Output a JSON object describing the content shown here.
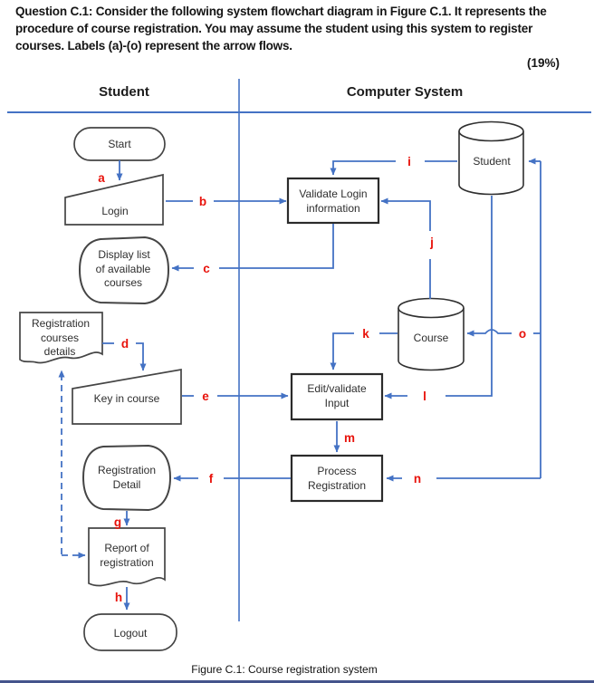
{
  "question": {
    "lines": [
      "Question C.1: Consider the following system flowchart diagram in Figure C.1. It represents the",
      "procedure of course registration. You may assume the student using this system to register",
      "courses. Labels (a)-(o) represent the arrow flows."
    ],
    "marks": "(19%)"
  },
  "lanes": {
    "left": "Student",
    "right": "Computer System"
  },
  "caption": "Figure C.1: Course registration system",
  "colors": {
    "connector_blue": "#4472c4",
    "flow_label_red": "#e8130c",
    "shape_stroke": "#454545",
    "text_dark": "#2e2e2e"
  },
  "nodes": {
    "start": {
      "type": "terminator",
      "label": "Start"
    },
    "login": {
      "type": "manual-input",
      "label": "Login"
    },
    "display_list": {
      "type": "display",
      "lines": [
        "Display list",
        "of available",
        "courses"
      ]
    },
    "reg_courses_details": {
      "type": "document",
      "lines": [
        "Registration",
        "courses",
        "details"
      ]
    },
    "key_in_course": {
      "type": "manual-input",
      "label": "Key in course"
    },
    "registration_detail": {
      "type": "display",
      "lines": [
        "Registration",
        "Detail"
      ]
    },
    "report_of_registration": {
      "type": "document",
      "lines": [
        "Report of",
        "registration"
      ]
    },
    "logout": {
      "type": "terminator",
      "label": "Logout"
    },
    "validate_login": {
      "type": "process",
      "lines": [
        "Validate Login",
        "information"
      ]
    },
    "edit_validate_input": {
      "type": "process",
      "lines": [
        "Edit/validate",
        "Input"
      ]
    },
    "process_registration": {
      "type": "process",
      "lines": [
        "Process",
        "Registration"
      ]
    },
    "student_db": {
      "type": "database",
      "label": "Student"
    },
    "course_db": {
      "type": "database",
      "label": "Course"
    }
  },
  "flow_labels": {
    "a": "a",
    "b": "b",
    "c": "c",
    "d": "d",
    "e": "e",
    "f": "f",
    "g": "g",
    "h": "h",
    "i": "i",
    "j": "j",
    "k": "k",
    "l": "l",
    "m": "m",
    "n": "n",
    "o": "o"
  },
  "flows": {
    "a": {
      "from": "Start",
      "to": "Login"
    },
    "b": {
      "from": "Login",
      "to": "Validate Login information"
    },
    "c": {
      "from": "Validate Login information",
      "to": "Display list of available courses"
    },
    "d": {
      "from": "Registration courses details",
      "to": "Key in course"
    },
    "e": {
      "from": "Key in course",
      "to": "Edit/validate Input"
    },
    "f": {
      "from": "Process Registration",
      "to": "Registration Detail"
    },
    "g": {
      "from": "Registration Detail",
      "to": "Report of registration"
    },
    "h": {
      "from": "Report of registration",
      "to": "Logout"
    },
    "i": {
      "from": "Student",
      "to": "Validate Login information"
    },
    "j": {
      "from": "Course",
      "to": "Validate Login information"
    },
    "k": {
      "from": "Course",
      "to": "Edit/validate Input"
    },
    "l": {
      "from": "Student",
      "to": "Edit/validate Input"
    },
    "m": {
      "from": "Edit/validate Input",
      "to": "Process Registration"
    },
    "n": {
      "from": "right-side connector",
      "to": "Process Registration"
    },
    "o": {
      "from": "right-side connector",
      "to": "Course"
    },
    "dashed": {
      "from": "Report of registration",
      "to": "Registration courses details"
    }
  }
}
